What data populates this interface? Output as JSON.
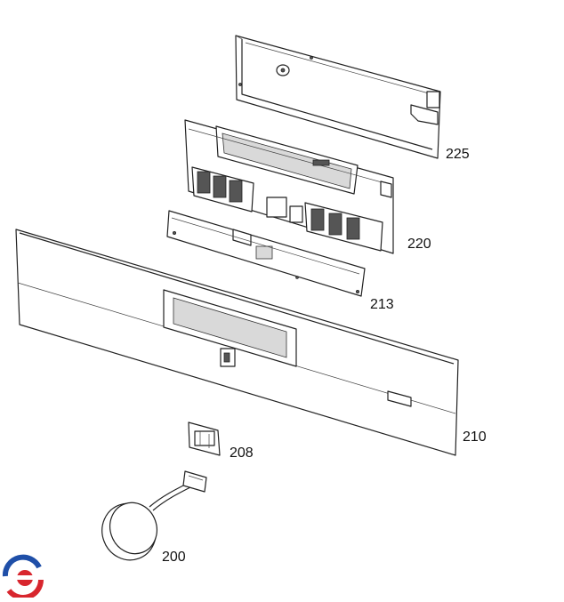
{
  "parts": [
    {
      "id": "part-225",
      "label": "225"
    },
    {
      "id": "part-220",
      "label": "220"
    },
    {
      "id": "part-213",
      "label": "213"
    },
    {
      "id": "part-210",
      "label": "210"
    },
    {
      "id": "part-208",
      "label": "208"
    },
    {
      "id": "part-200",
      "label": "200"
    }
  ],
  "logo": {
    "colors": {
      "blue": "#1f4fa8",
      "red": "#d8262e"
    }
  }
}
